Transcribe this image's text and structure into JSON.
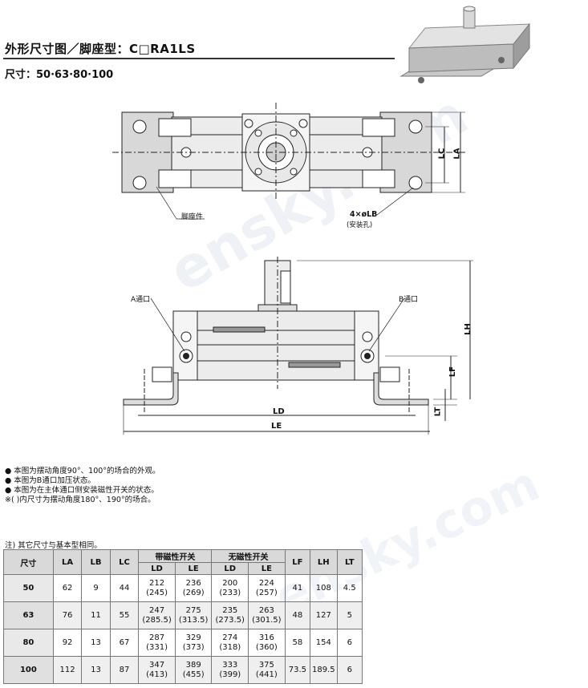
{
  "header": {
    "title": "外形尺寸图／脚座型：C□RA1LS",
    "subtitle": "尺寸：50·63·80·100"
  },
  "diagram": {
    "top_view": {
      "label_foot": "脚座件",
      "label_hole": "4×øLB",
      "label_hole_note": "(安装孔)",
      "dim_lc": "LC",
      "dim_la": "LA"
    },
    "front_view": {
      "label_port_a": "A通口",
      "label_port_b": "B通口",
      "dim_lh": "LH",
      "dim_lf": "LF",
      "dim_lt": "LT",
      "dim_ld": "LD",
      "dim_le": "LE"
    },
    "watermark": "ensky.com"
  },
  "notes": [
    "● 本图为摆动角度90°、100°的场合的外观。",
    "● 本图为B通口加压状态。",
    "● 本图为在主体通口侧安装磁性开关的状态。",
    "※(  )内尺寸为摆动角度180°、190°的场合。"
  ],
  "table": {
    "note": "注) 其它尺寸与基本型相同。",
    "headers": {
      "size": "尺寸",
      "la": "LA",
      "lb": "LB",
      "lc": "LC",
      "with_switch": "带磁性开关",
      "without_switch": "无磁性开关",
      "ld": "LD",
      "le": "LE",
      "lf": "LF",
      "lh": "LH",
      "lt": "LT"
    },
    "rows": [
      {
        "size": "50",
        "la": "62",
        "lb": "9",
        "lc": "44",
        "ws_ld": "212",
        "ws_ld2": "(245)",
        "ws_le": "236",
        "ws_le2": "(269)",
        "ns_ld": "200",
        "ns_ld2": "(233)",
        "ns_le": "224",
        "ns_le2": "(257)",
        "lf": "41",
        "lh": "108",
        "lt": "4.5"
      },
      {
        "size": "63",
        "la": "76",
        "lb": "11",
        "lc": "55",
        "ws_ld": "247",
        "ws_ld2": "(285.5)",
        "ws_le": "275",
        "ws_le2": "(313.5)",
        "ns_ld": "235",
        "ns_ld2": "(273.5)",
        "ns_le": "263",
        "ns_le2": "(301.5)",
        "lf": "48",
        "lh": "127",
        "lt": "5"
      },
      {
        "size": "80",
        "la": "92",
        "lb": "13",
        "lc": "67",
        "ws_ld": "287",
        "ws_ld2": "(331)",
        "ws_le": "329",
        "ws_le2": "(373)",
        "ns_ld": "274",
        "ns_ld2": "(318)",
        "ns_le": "316",
        "ns_le2": "(360)",
        "lf": "58",
        "lh": "154",
        "lt": "6"
      },
      {
        "size": "100",
        "la": "112",
        "lb": "13",
        "lc": "87",
        "ws_ld": "347",
        "ws_ld2": "(413)",
        "ws_le": "389",
        "ws_le2": "(455)",
        "ns_ld": "333",
        "ns_ld2": "(399)",
        "ns_le": "375",
        "ns_le2": "(441)",
        "lf": "73.5",
        "lh": "189.5",
        "lt": "6"
      }
    ]
  }
}
